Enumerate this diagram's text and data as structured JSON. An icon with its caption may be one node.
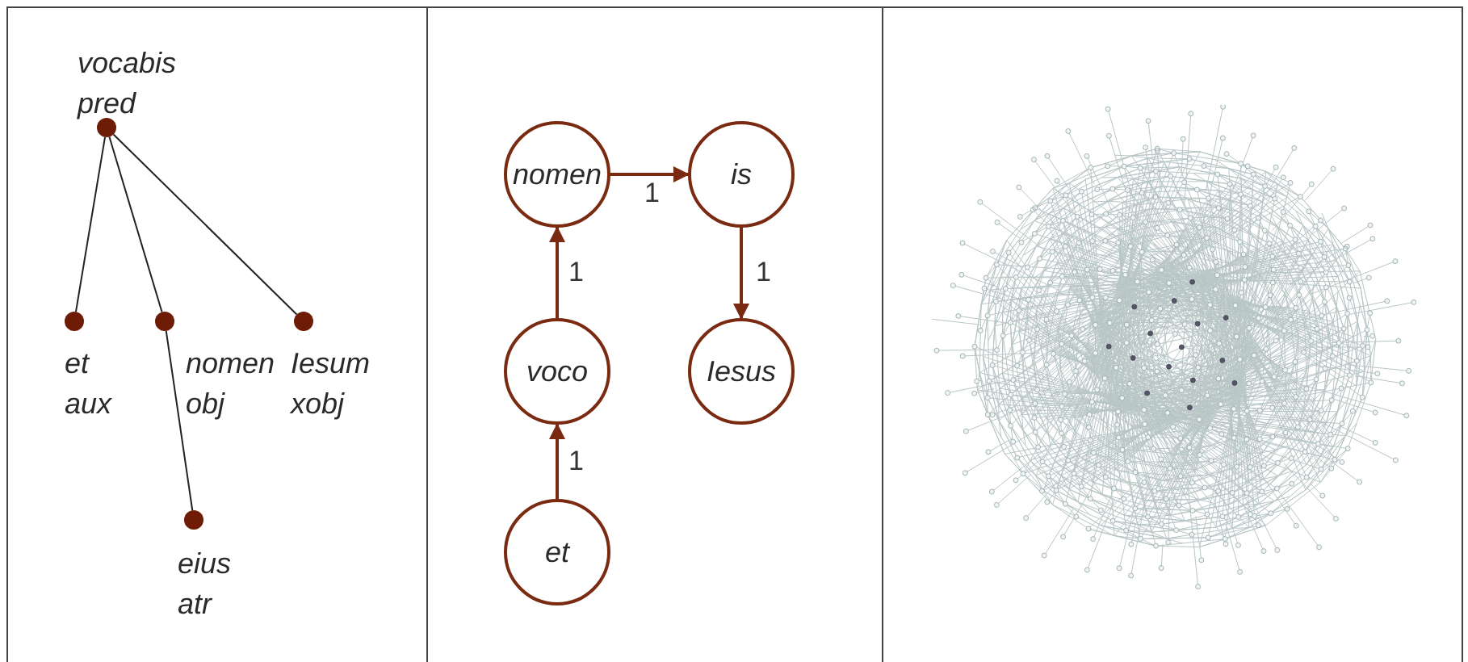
{
  "diagram": {
    "nodes": [
      {
        "text": [],
        "shape": "circle",
        "beside": [
          "vocabis",
          "pred"
        ]
      },
      {
        "text": [],
        "shape": "circle",
        "beside": [
          "et",
          "aux"
        ]
      },
      {
        "text": [],
        "shape": "circle",
        "beside": [
          "nomen",
          "obj"
        ]
      },
      {
        "text": [],
        "shape": "circle",
        "beside": [
          "Iesum",
          "xobj"
        ]
      },
      {
        "text": [],
        "shape": "circle",
        "beside": [
          "eius",
          "atr"
        ]
      },
      {
        "text": [
          "nomen"
        ]
      },
      {
        "text": [
          "is"
        ]
      },
      {
        "text": [
          "voco"
        ]
      },
      {
        "text": [
          "Iesus"
        ]
      },
      {
        "text": [
          "et"
        ]
      },
      {
        "text": [],
        "shape": "picture"
      }
    ],
    "edges": [
      {
        "from": 0,
        "to": 1,
        "arrow": "none"
      },
      {
        "from": 0,
        "to": 2,
        "arrow": "none"
      },
      {
        "from": 0,
        "to": 3,
        "arrow": "none"
      },
      {
        "from": 2,
        "to": 4,
        "arrow": "none"
      },
      {
        "from": 5,
        "to": 6,
        "arrow": "to",
        "label": "1"
      },
      {
        "from": 6,
        "to": 8,
        "arrow": "to",
        "label": "1"
      },
      {
        "from": 7,
        "to": 5,
        "arrow": "to",
        "label": "1"
      },
      {
        "from": 9,
        "to": 7,
        "arrow": "to",
        "label": "1"
      }
    ]
  }
}
